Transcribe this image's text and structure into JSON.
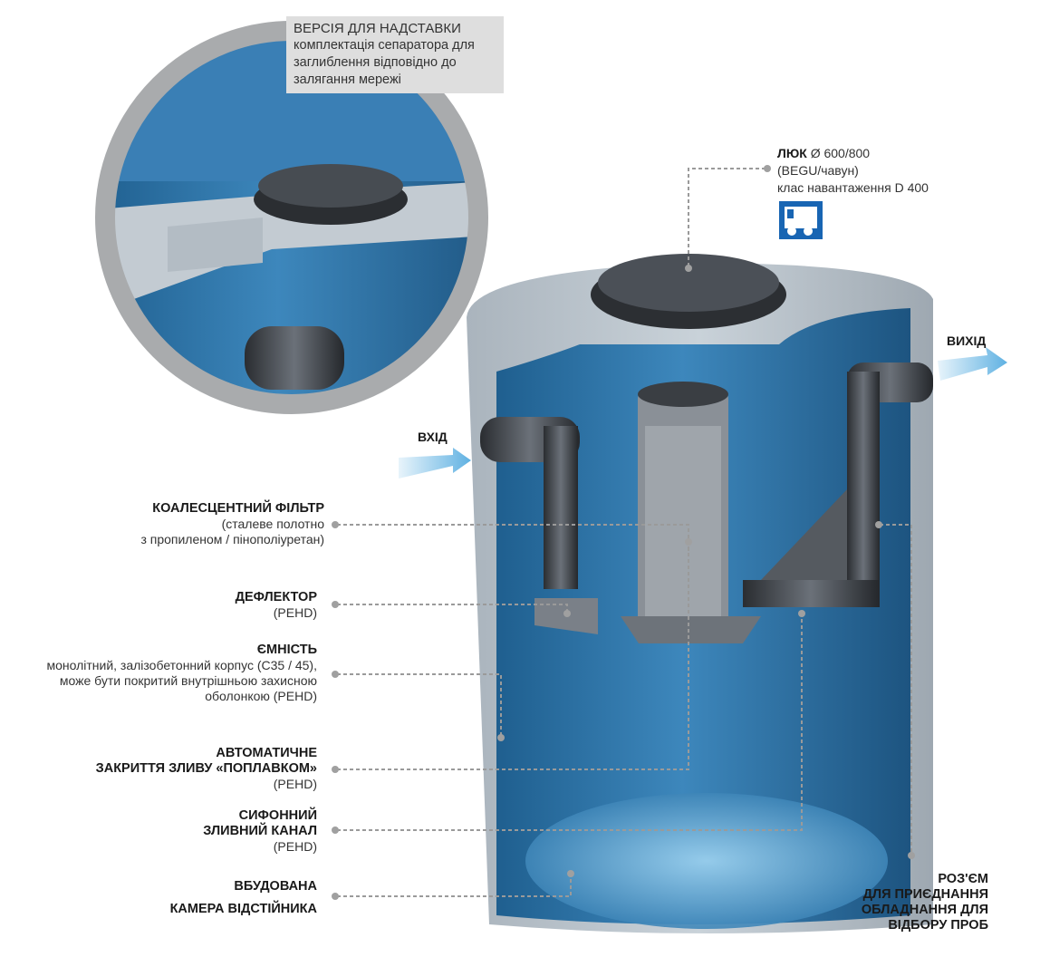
{
  "inset": {
    "title": "ВЕРСІЯ ДЛЯ НАДСТАВКИ",
    "lines": [
      "комплектація сепаратора для",
      "заглиблення відповідно до",
      "залягання мережі"
    ]
  },
  "hatch": {
    "title": "ЛЮК",
    "size": "Ø 600/800",
    "material": "(BEGU/чавун)",
    "load_class": "клас навантаження D 400",
    "icon": "truck-icon",
    "icon_color": "#1865b3"
  },
  "flows": {
    "inlet": "ВХІД",
    "outlet": "ВИХІД"
  },
  "labels": {
    "filter": {
      "title": "КОАЛЕСЦЕНТНИЙ ФІЛЬТР",
      "l1": "(сталеве полотно",
      "l2": "з пропиленом / пінополіуретан)"
    },
    "deflector": {
      "title": "ДЕФЛЕКТОР",
      "l1": "(PEHD)"
    },
    "tank": {
      "title": "ЄМНІСТЬ",
      "l1": "монолітний, залізобетонний корпус (C35 / 45),",
      "l2": "може бути покритий внутрішньою захисною",
      "l3": "оболонкою (PEHD)"
    },
    "float": {
      "t1": "АВТОМАТИЧНЕ",
      "t2": "ЗАКРИТТЯ ЗЛИВУ «ПОПЛАВКОМ»",
      "l1": "(PEHD)"
    },
    "siphon": {
      "t1": "СИФОННИЙ",
      "t2": "ЗЛИВНИЙ КАНАЛ",
      "l1": "(PEHD)"
    },
    "sludge": {
      "t1": "ВБУДОВАНА",
      "t2": "КАМЕРА ВІДСТІЙНИКА"
    },
    "sampling": {
      "t1": "РОЗ'ЄМ",
      "t2": "ДЛЯ ПРИЄДНАННЯ",
      "t3": "ОБЛАДНАННЯ ДЛЯ",
      "t4": "ВІДБОРУ ПРОБ"
    }
  }
}
